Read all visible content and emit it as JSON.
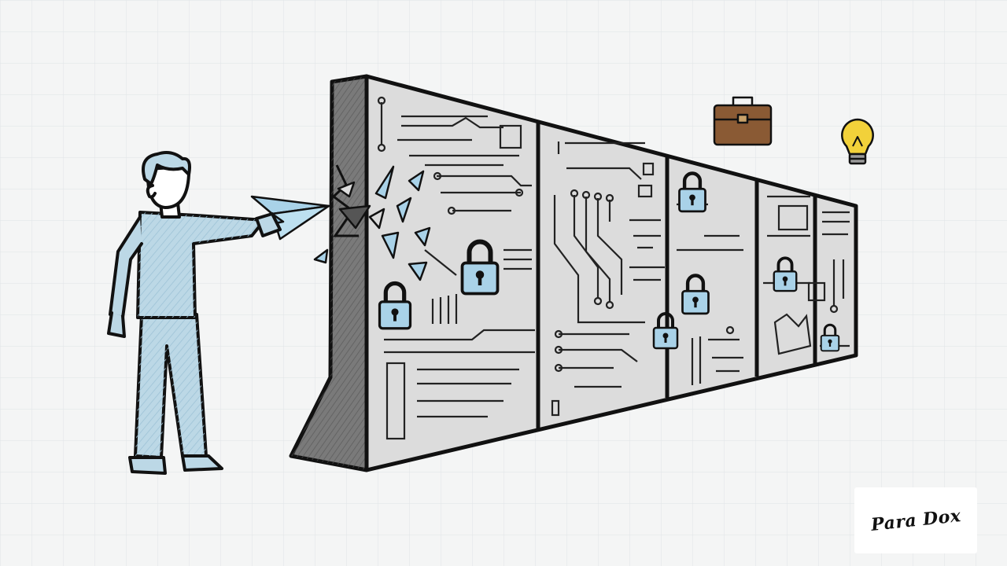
{
  "scene": {
    "background": "#f4f5f5",
    "grid_color": "#e2e5e8",
    "person": {
      "body_color": "#bcd8e6",
      "outline": "#111111"
    },
    "paper_plane": {
      "color": "#a9d2e8",
      "icon": "paper-plane-icon"
    },
    "wall": {
      "face_color": "#dcdcdc",
      "side_color": "#7a7a7a",
      "outline": "#111111",
      "lock_color": "#a9d2e8",
      "lock_count": 7,
      "icons": [
        "padlock-icon",
        "circuit-trace"
      ]
    },
    "briefcase": {
      "color": "#8a5a34",
      "icon": "briefcase-icon"
    },
    "lightbulb": {
      "color": "#f2d13a",
      "icon": "lightbulb-icon"
    },
    "signature": {
      "text": "Para Dox",
      "icon": "signature-logo"
    }
  }
}
